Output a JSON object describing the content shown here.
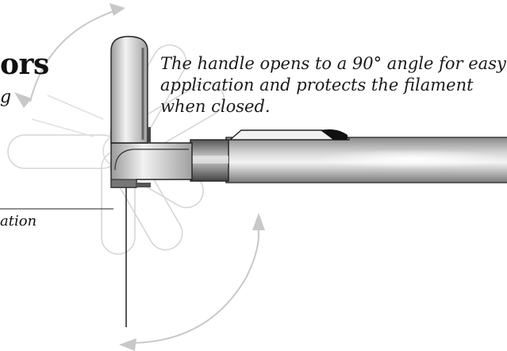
{
  "caption": {
    "lines": [
      "The handle opens to a 90° angle for easy",
      "application and protects the filament",
      "when closed."
    ]
  },
  "fragments": {
    "title": "ors",
    "subtitle": "g",
    "label": "ation"
  }
}
